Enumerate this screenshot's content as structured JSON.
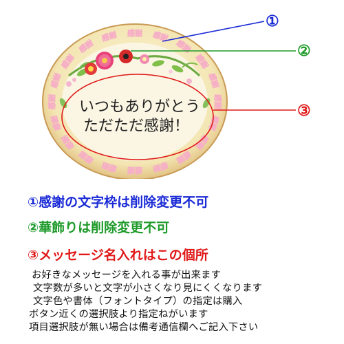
{
  "cookie": {
    "border_text": "感謝",
    "message_line1": "いつもありがとう",
    "message_line2": "ただただ感謝！"
  },
  "callouts": [
    {
      "label": "①",
      "color": "#1a2ad6"
    },
    {
      "label": "②",
      "color": "#1e9a2a"
    },
    {
      "label": "③",
      "color": "#e01818"
    }
  ],
  "rules": [
    {
      "text": "①感謝の文字枠は削除変更不可",
      "color": "#1a2ad6"
    },
    {
      "text": "②華飾りは削除変更不可",
      "color": "#1e9a2a"
    },
    {
      "text": "③メッセージ名入れはこの個所",
      "color": "#e01818"
    }
  ],
  "notes": [
    "お好きなメッセージを入れる事が出来ます",
    "文字数が多いと文字が小さくなり見にくくなります",
    "文字色や書体（フォントタイプ）の指定は購入",
    "ボタン近くの選択肢より指定ねがいます",
    "項目選択肢が無い場合は備考通信欄へご記入下さい"
  ]
}
